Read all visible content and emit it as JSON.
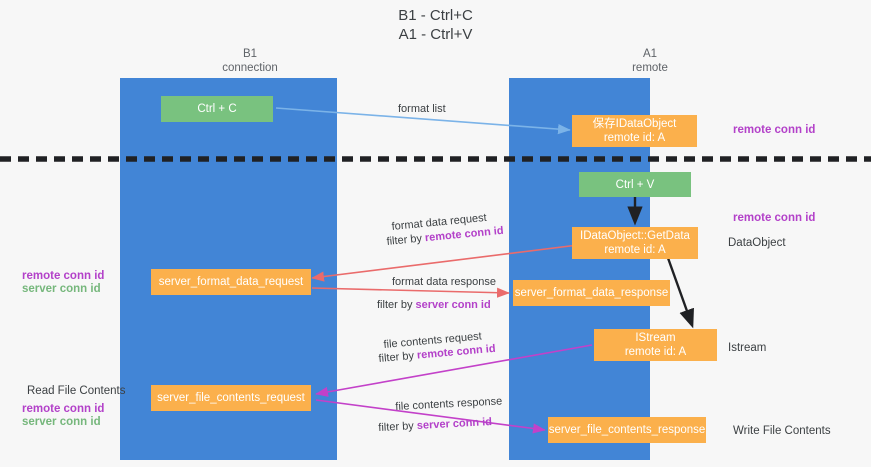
{
  "title": "B1 - Ctrl+C\nA1 - Ctrl+V",
  "lanes": {
    "left": {
      "name": "B1",
      "sub": "connection",
      "header": "B1\nconnection"
    },
    "right": {
      "name": "A1",
      "sub": "remote",
      "header": "A1\nremote"
    }
  },
  "colors": {
    "lane": "#4285d6",
    "green_box": "#79c27f",
    "orange_box": "#fbb04c",
    "arrow_blue": "#7bb3e8",
    "arrow_red": "#ea6b6b",
    "arrow_magenta": "#c341c9",
    "arrow_black": "#202124",
    "keyword_purple": "#b341c9",
    "keyword_green": "#76b77c",
    "background": "#f7f7f7",
    "divider": "#202124"
  },
  "boxes": {
    "ctrl_c": "Ctrl + C",
    "ctrl_v": "Ctrl + V",
    "save_dataobject_line1": "保存IDataObject",
    "save_dataobject_line2": "remote id: A",
    "getdata_line1": "IDataObject::GetData",
    "getdata_line2": "remote id: A",
    "istream_line1": "IStream",
    "istream_line2": "remote id: A",
    "server_format_data_request": "server_format_data_request",
    "server_format_data_response": "server_format_data_response",
    "server_file_contents_request": "server_file_contents_request",
    "server_file_contents_response": "server_file_contents_response"
  },
  "edges": {
    "format_list": "format list",
    "format_data_request": "format data request",
    "format_data_request_filter_prefix": "filter by ",
    "format_data_request_filter_key": "remote conn id",
    "format_data_response": "format data response",
    "format_data_response_filter_prefix": "filter by ",
    "format_data_response_filter_key": "server conn id",
    "file_contents_request": "file contents request",
    "file_contents_request_filter_prefix": "filter by ",
    "file_contents_request_filter_key": "remote conn id",
    "file_contents_response": "file contents response",
    "file_contents_response_filter_prefix": "filter by ",
    "file_contents_response_filter_key": "server conn id"
  },
  "annotations": {
    "right_top_remote_conn_id": "remote conn id",
    "right_mid_remote_conn_id": "remote conn id",
    "right_dataobject": "DataObject",
    "right_istream": "Istream",
    "right_write_file_contents": "Write File Contents",
    "left_remote_conn_id_1": "remote conn id",
    "left_server_conn_id_1": "server conn id",
    "left_read_file_contents": "Read File Contents",
    "left_remote_conn_id_2": "remote conn id",
    "left_server_conn_id_2": "server conn id"
  }
}
